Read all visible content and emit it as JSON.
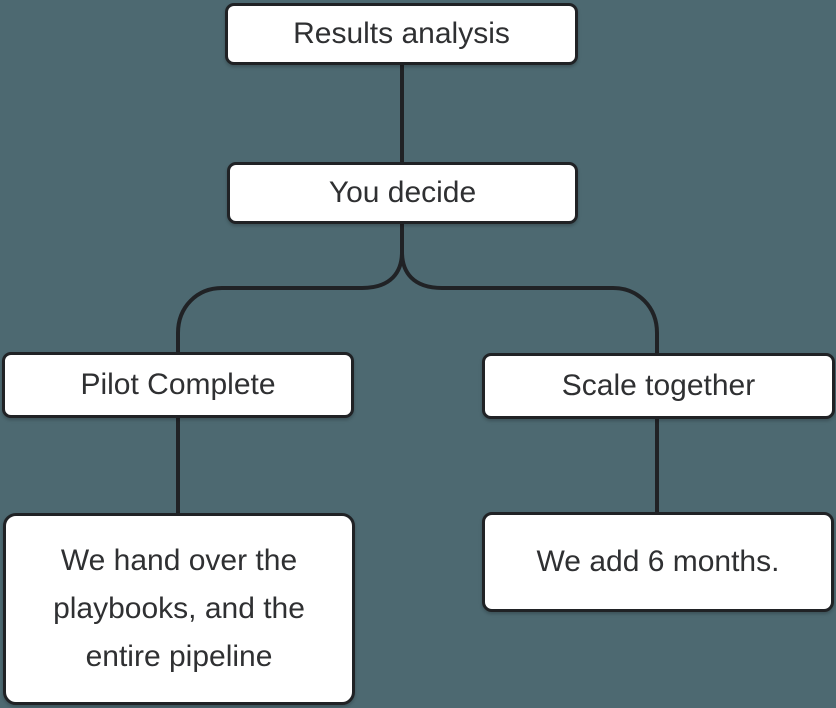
{
  "diagram": {
    "type": "flowchart",
    "colors": {
      "background": "#4d6971",
      "node_fill": "#ffffff",
      "node_border": "#202225",
      "connector": "#202225",
      "text": "#2f3032"
    },
    "nodes": {
      "results_analysis": {
        "label": "Results analysis"
      },
      "you_decide": {
        "label": "You decide"
      },
      "pilot_complete": {
        "label": "Pilot Complete"
      },
      "scale_together": {
        "label": "Scale together"
      },
      "handover": {
        "label": "We hand over the playbooks, and the entire pipeline"
      },
      "add_six_months": {
        "label": "We add 6 months."
      }
    },
    "edges": [
      {
        "from": "results_analysis",
        "to": "you_decide"
      },
      {
        "from": "you_decide",
        "to": "pilot_complete"
      },
      {
        "from": "you_decide",
        "to": "scale_together"
      },
      {
        "from": "pilot_complete",
        "to": "handover"
      },
      {
        "from": "scale_together",
        "to": "add_six_months"
      }
    ]
  }
}
